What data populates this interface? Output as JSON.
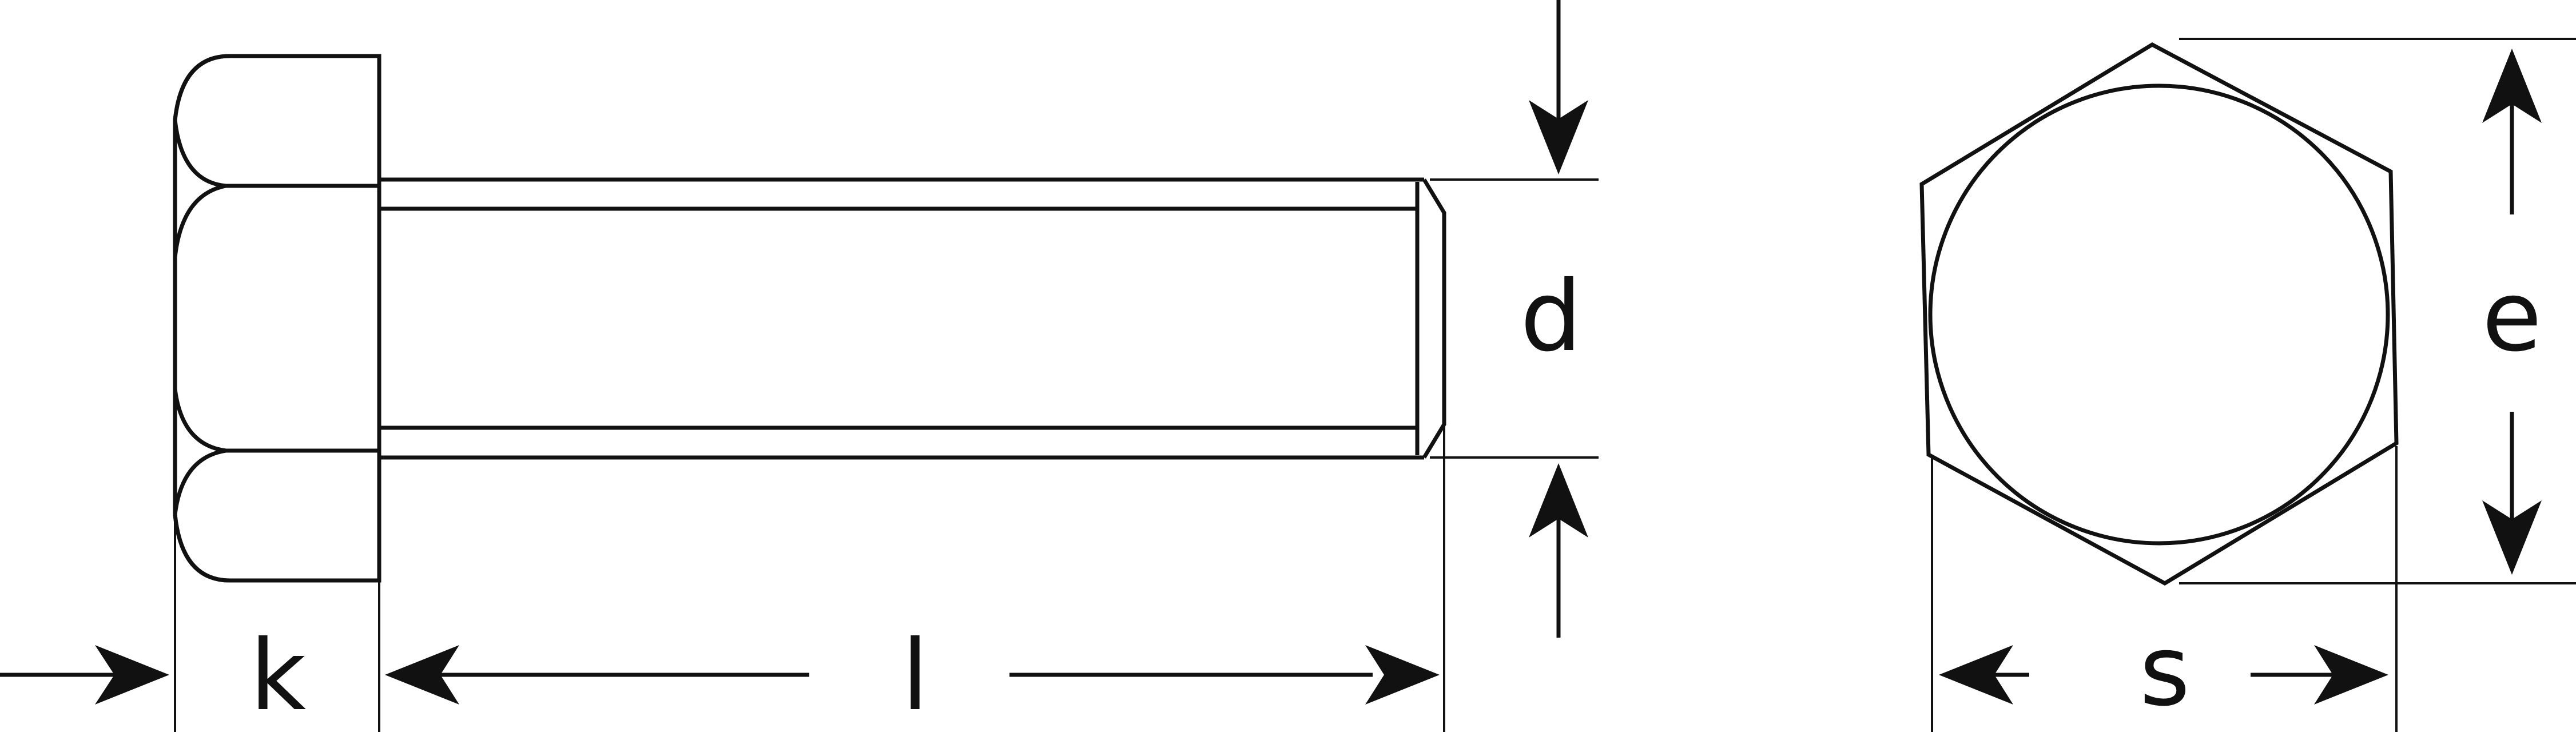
{
  "diagram": {
    "labels": {
      "k": "k",
      "l": "l",
      "d": "d",
      "e": "e",
      "s": "s"
    },
    "colors": {
      "line": "#111111",
      "background": "#ffffff"
    }
  }
}
